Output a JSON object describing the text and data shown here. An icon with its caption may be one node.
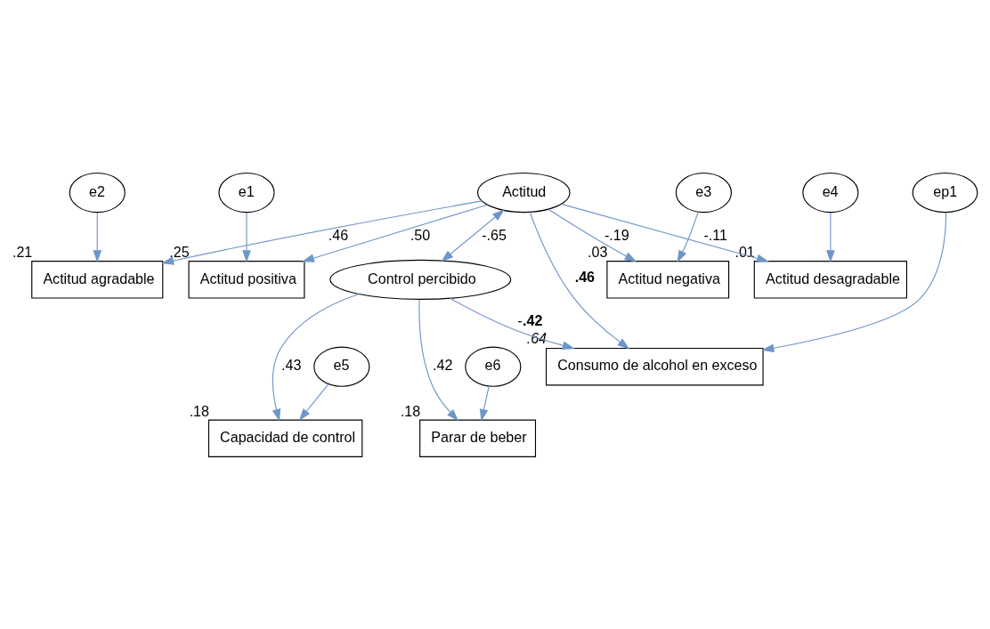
{
  "diagram": {
    "nodes": [
      {
        "text": [
          "e1"
        ]
      },
      {
        "text": [
          "e2"
        ]
      },
      {
        "text": [
          "e3"
        ]
      },
      {
        "text": [
          "e4"
        ]
      },
      {
        "text": [
          "Actitud positiva"
        ],
        "beside": [
          ".25"
        ]
      },
      {
        "text": [
          "Actitud agradable"
        ],
        "beside": [
          ".21"
        ]
      },
      {
        "text": [
          "Actitud negativa"
        ],
        "beside": [
          ".03"
        ]
      },
      {
        "text": [
          "Actitud desagradable"
        ],
        "beside": [
          ".01"
        ]
      },
      {
        "text": [
          "ep1"
        ]
      },
      {
        "text": [
          "Actitud"
        ]
      },
      {
        "text": [
          "Consumo de alcohol en exceso"
        ],
        "beside": [
          "*.64*"
        ]
      },
      {
        "text": [
          "e5"
        ]
      },
      {
        "text": [
          "e6"
        ]
      },
      {
        "text": [
          "Capacidad de control"
        ],
        "beside": [
          ".18"
        ]
      },
      {
        "text": [
          "Parar de beber"
        ],
        "beside": [
          ".18"
        ]
      },
      {
        "text": [
          "Control percibido"
        ]
      }
    ],
    "edges": [
      {
        "from": 0,
        "to": 4,
        "arrow": "to"
      },
      {
        "from": 1,
        "to": 5,
        "arrow": "to"
      },
      {
        "from": 2,
        "to": 6,
        "arrow": "to"
      },
      {
        "from": 3,
        "to": 7,
        "arrow": "to"
      },
      {
        "from": 9,
        "to": 4,
        "arrow": "to",
        "label": ".50"
      },
      {
        "from": 9,
        "to": 5,
        "arrow": "to",
        "label": ".46"
      },
      {
        "from": 9,
        "to": 6,
        "arrow": "to",
        "label": "-.19"
      },
      {
        "from": 9,
        "to": 7,
        "arrow": "to",
        "label": "-.11"
      },
      {
        "from": 8,
        "to": 10,
        "arrow": "to"
      },
      {
        "from": 9,
        "to": 10,
        "arrow": "to",
        "label": "**.46**"
      },
      {
        "from": 11,
        "to": 13,
        "arrow": "to"
      },
      {
        "from": 12,
        "to": 14,
        "arrow": "to"
      },
      {
        "from": 15,
        "to": 13,
        "arrow": "to",
        "label": ".43"
      },
      {
        "from": 15,
        "to": 14,
        "arrow": "to",
        "label": ".42"
      },
      {
        "from": 15,
        "to": 10,
        "arrow": "to",
        "label": "-**.42**"
      },
      {
        "from": 9,
        "to": 15,
        "arrow": "both",
        "label": "-.65"
      }
    ]
  }
}
